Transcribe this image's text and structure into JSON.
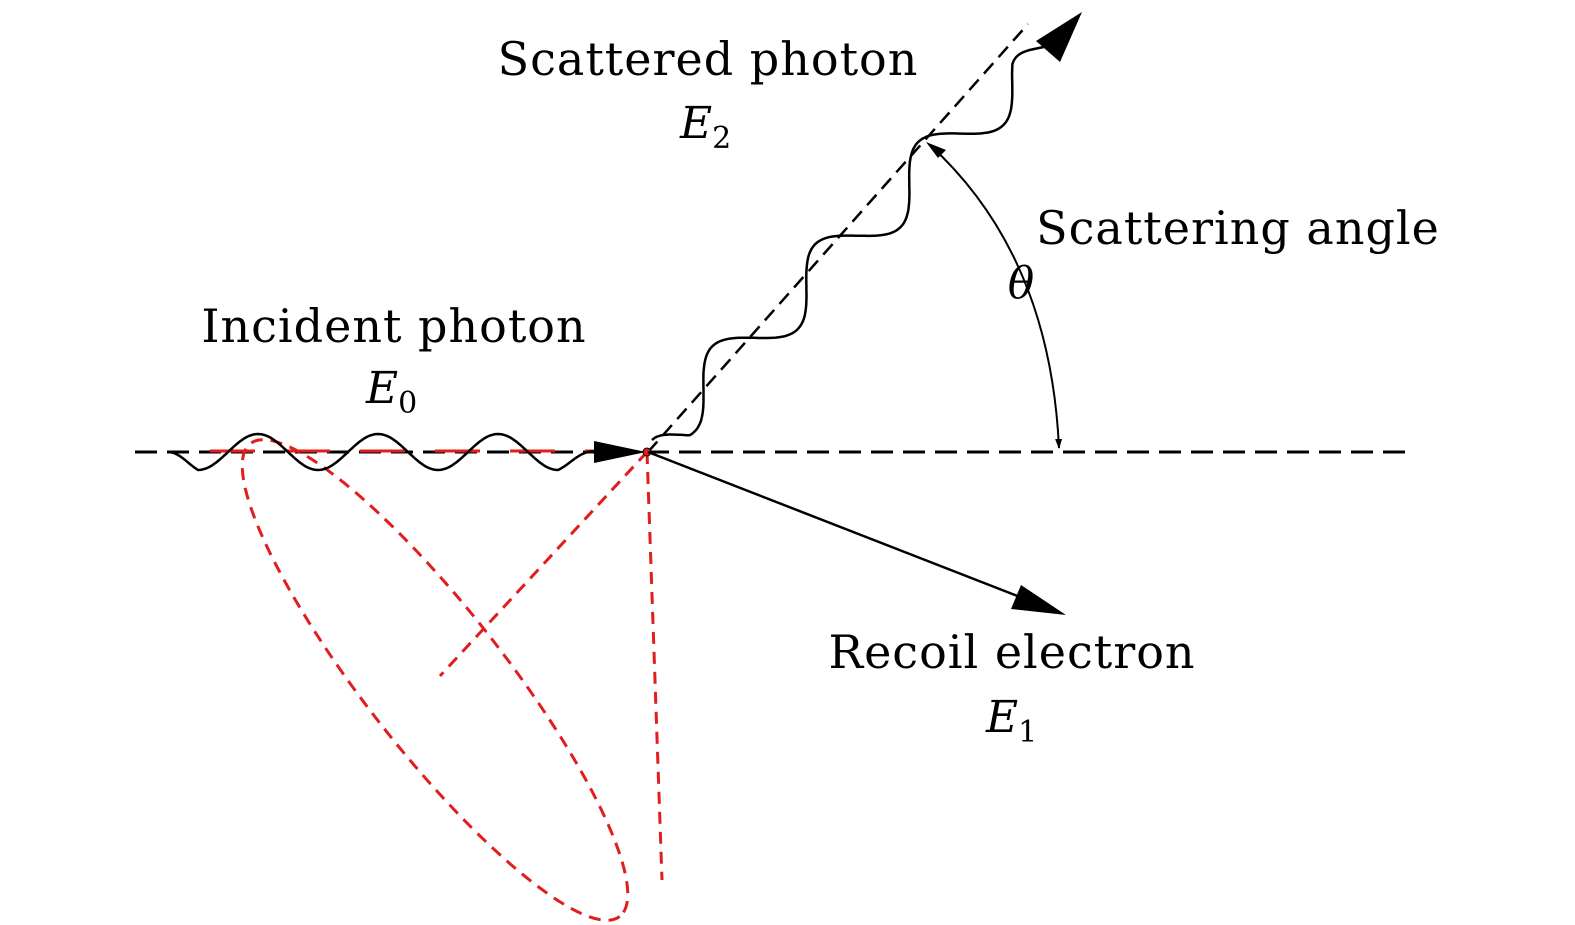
{
  "labels": {
    "scattered_photon": "Scattered photon",
    "scattered_energy": "E",
    "scattered_energy_sub": "2",
    "scattering_angle": "Scattering angle",
    "theta": "θ",
    "incident_photon": "Incident photon",
    "incident_energy": "E",
    "incident_energy_sub": "0",
    "recoil_electron": "Recoil electron",
    "recoil_energy": "E",
    "recoil_energy_sub": "1"
  },
  "colors": {
    "ink": "#000000",
    "cone": "#e11e1e",
    "background": "#ffffff"
  }
}
